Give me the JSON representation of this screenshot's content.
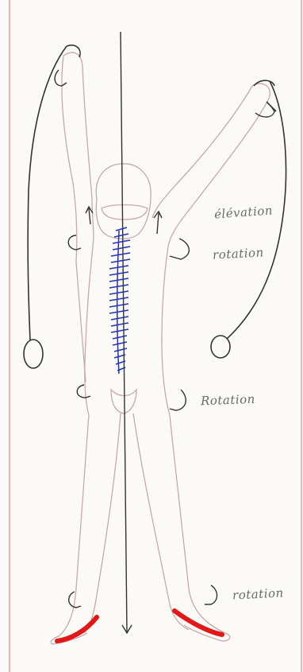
{
  "labels": {
    "elevation": "élévation",
    "rotation_shoulder": "rotation",
    "rotation_hip": "Rotation",
    "rotation_ankle": "rotation"
  },
  "colors": {
    "paper": "#fbfaf6",
    "margin_line": "#e06a6a",
    "body_outline": "#c8a8ac",
    "pencil": "#333333",
    "spine_hatching": "#2233bb",
    "soles": "#e01818"
  }
}
